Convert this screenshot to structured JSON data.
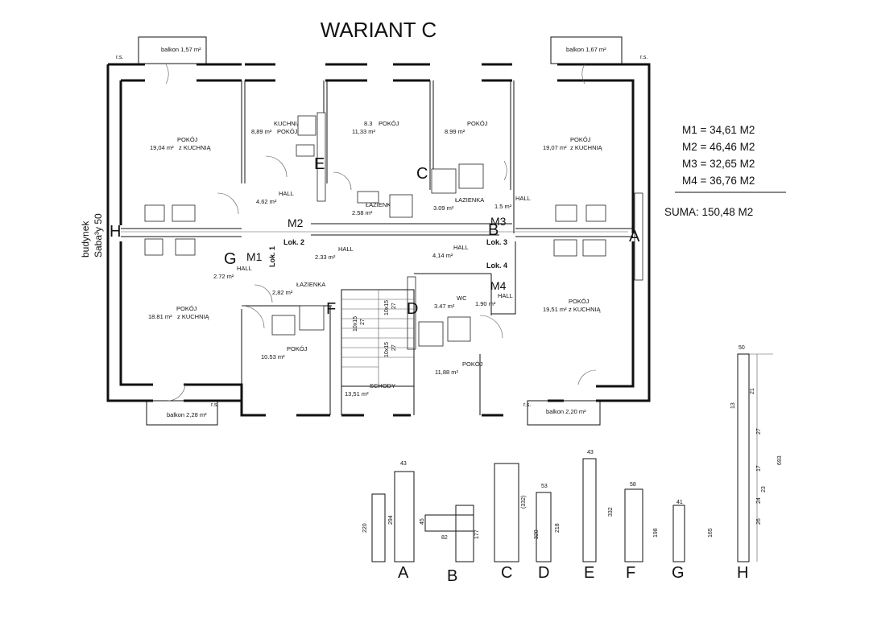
{
  "title": "WARIANT C",
  "building_label": "budynek",
  "building_street": "Saba³y 50",
  "rooms": [
    {
      "id": "pokoj-1",
      "name": "POKÓJ",
      "area": "19,04 m²",
      "note": "z KUCHNIĄ"
    },
    {
      "id": "kuchnia-pokoj",
      "name": "KUCHNIA",
      "area": "8,89 m²",
      "note": "POKÓJ"
    },
    {
      "id": "pokoj-2",
      "name": "POKÓJ",
      "area": "11,33 m²",
      "prefix": "8.3"
    },
    {
      "id": "pokoj-3",
      "name": "POKÓJ",
      "area": "8.99 m²"
    },
    {
      "id": "pokoj-4",
      "name": "POKÓJ",
      "area": "19,07 m²",
      "note": "z KUCHNIĄ"
    },
    {
      "id": "hall-1",
      "name": "HALL",
      "area": "4.62 m²"
    },
    {
      "id": "lazienka-1",
      "name": "ŁAZIENKA",
      "area": "2.58 m²"
    },
    {
      "id": "lazienka-2",
      "name": "ŁAZIENKA",
      "area": "3.09 m²"
    },
    {
      "id": "hall-2",
      "name": "HALL",
      "area": "1.5 m²"
    },
    {
      "id": "hall-3",
      "name": "HALL",
      "area": "2.33 m²"
    },
    {
      "id": "hall-4",
      "name": "HALL",
      "area": "4,14 m²"
    },
    {
      "id": "hall-5",
      "name": "HALL",
      "area": "2.72 m²"
    },
    {
      "id": "lazienka-3",
      "name": "ŁAZIENKA",
      "area": "2,82 m²"
    },
    {
      "id": "pokoj-5",
      "name": "POKÓJ",
      "area": "18.81 m²",
      "note": "z KUCHNIĄ"
    },
    {
      "id": "pokoj-6",
      "name": "POKÓJ",
      "area": "10.53 m²"
    },
    {
      "id": "schody",
      "name": "SCHODY",
      "area": "13,51 m²"
    },
    {
      "id": "wc",
      "name": "WC",
      "area": "3.47 m²"
    },
    {
      "id": "hall-6",
      "name": "HALL",
      "area": "1.90 m²"
    },
    {
      "id": "pokoj-7",
      "name": "POKÓJ",
      "area": "11,88 m²"
    },
    {
      "id": "pokoj-8",
      "name": "POKÓJ",
      "area": "19,51 m²",
      "note": "z KUCHNIĄ"
    }
  ],
  "balconies": [
    {
      "text": "balkon 1,57 m²"
    },
    {
      "text": "balkon 1,67 m²"
    },
    {
      "text": "balkon 2,28 m²"
    },
    {
      "text": "balkon 2,20 m²"
    }
  ],
  "rs_label": "r.s.",
  "locals": [
    "Lok. 1",
    "Lok. 2",
    "Lok. 3",
    "Lok. 4"
  ],
  "unit_marks": [
    "M1",
    "M2",
    "M3",
    "M4"
  ],
  "section_marks": [
    "A",
    "B",
    "C",
    "D",
    "E",
    "F",
    "G",
    "H"
  ],
  "stair_labels": [
    "10x15",
    "27",
    "10x15",
    "27",
    "10x15",
    "27"
  ],
  "areas": [
    {
      "label": "M1 = 34,61 M2"
    },
    {
      "label": "M2 = 46,46 M2"
    },
    {
      "label": "M3 = 32,65 M2"
    },
    {
      "label": "M4 = 36,76 M2"
    }
  ],
  "total": "SUMA: 150,48 M2",
  "elevations": [
    {
      "letter": "A",
      "dims": [
        "43",
        "220",
        "294"
      ]
    },
    {
      "letter": "B",
      "dims": [
        "45",
        "82",
        "177"
      ]
    },
    {
      "letter": "C",
      "dims": [
        "(332)"
      ]
    },
    {
      "letter": "D",
      "dims": [
        "53",
        "320",
        "218"
      ]
    },
    {
      "letter": "E",
      "dims": [
        "43",
        "332"
      ]
    },
    {
      "letter": "F",
      "dims": [
        "58",
        "198"
      ]
    },
    {
      "letter": "G",
      "dims": [
        "41",
        "165"
      ]
    },
    {
      "letter": "H",
      "dims": [
        "50",
        "13",
        "21",
        "27",
        "17",
        "24",
        "23",
        "26",
        "693"
      ]
    }
  ]
}
